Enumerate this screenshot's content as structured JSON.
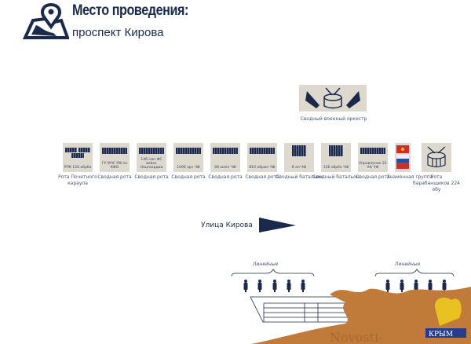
{
  "header": {
    "title": "Место проведения:",
    "subtitle": "проспект Кирова"
  },
  "orchestra": {
    "label": "Сводный военный оркестр"
  },
  "units": [
    {
      "box": "РПК 126 обрбо",
      "label": "Рота Почетного караула"
    },
    {
      "box": "ГУ МЧС РФ по КФО",
      "label": "Сводная рота"
    },
    {
      "box": "146 смп ФС войск Нацгвардии",
      "label": "Сводная рота"
    },
    {
      "box": "1096 зрп ЧФ",
      "label": "Сводная рота"
    },
    {
      "box": "68 омпп ЧФ",
      "label": "Сводная рота"
    },
    {
      "box": "810 обрмп ЧФ",
      "label": "Сводная рота"
    },
    {
      "box": "8 ап ЧФ",
      "label": "Сводный батальон"
    },
    {
      "box": "126 обрбо ЧФ",
      "label": "Сводный батальон"
    },
    {
      "box": "Управление 22 АК ЧФ",
      "label": "Сводная рота"
    },
    {
      "box": "",
      "label": "Знаменная группа"
    },
    {
      "box": "",
      "label": "Рота барабанщиков 224 обу"
    }
  ],
  "street": {
    "label": "Улица Кирова"
  },
  "lines": {
    "left": "Линейные",
    "right": "Линейные"
  },
  "watermark": {
    "text": "Novosti-",
    "logo": "КРЫМ"
  }
}
